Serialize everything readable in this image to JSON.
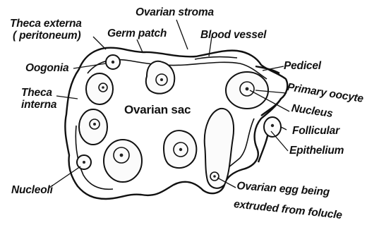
{
  "labels": {
    "theca_externa": "Theca externa",
    "peritoneum": "( peritoneum)",
    "ovarian_stroma": "Ovarian stroma",
    "germ_patch": "Germ patch",
    "blood_vessel": "Blood vessel",
    "oogonia": "Oogonia",
    "pedicel": "Pedicel",
    "primary_oocyte": "Primary oocyte",
    "theca_interna_1": "Theca",
    "theca_interna_2": "interna",
    "nucleus": "Nucleus",
    "ovarian_sac": "Ovarian sac",
    "follicular": "Follicular",
    "epithelium": "Epithelium",
    "nucleoli": "Nucleoli",
    "ovarian_egg_1": "Ovarian egg being",
    "ovarian_egg_2": "extruded from folucle"
  },
  "colors": {
    "ink": "#111111",
    "background": "#ffffff"
  }
}
